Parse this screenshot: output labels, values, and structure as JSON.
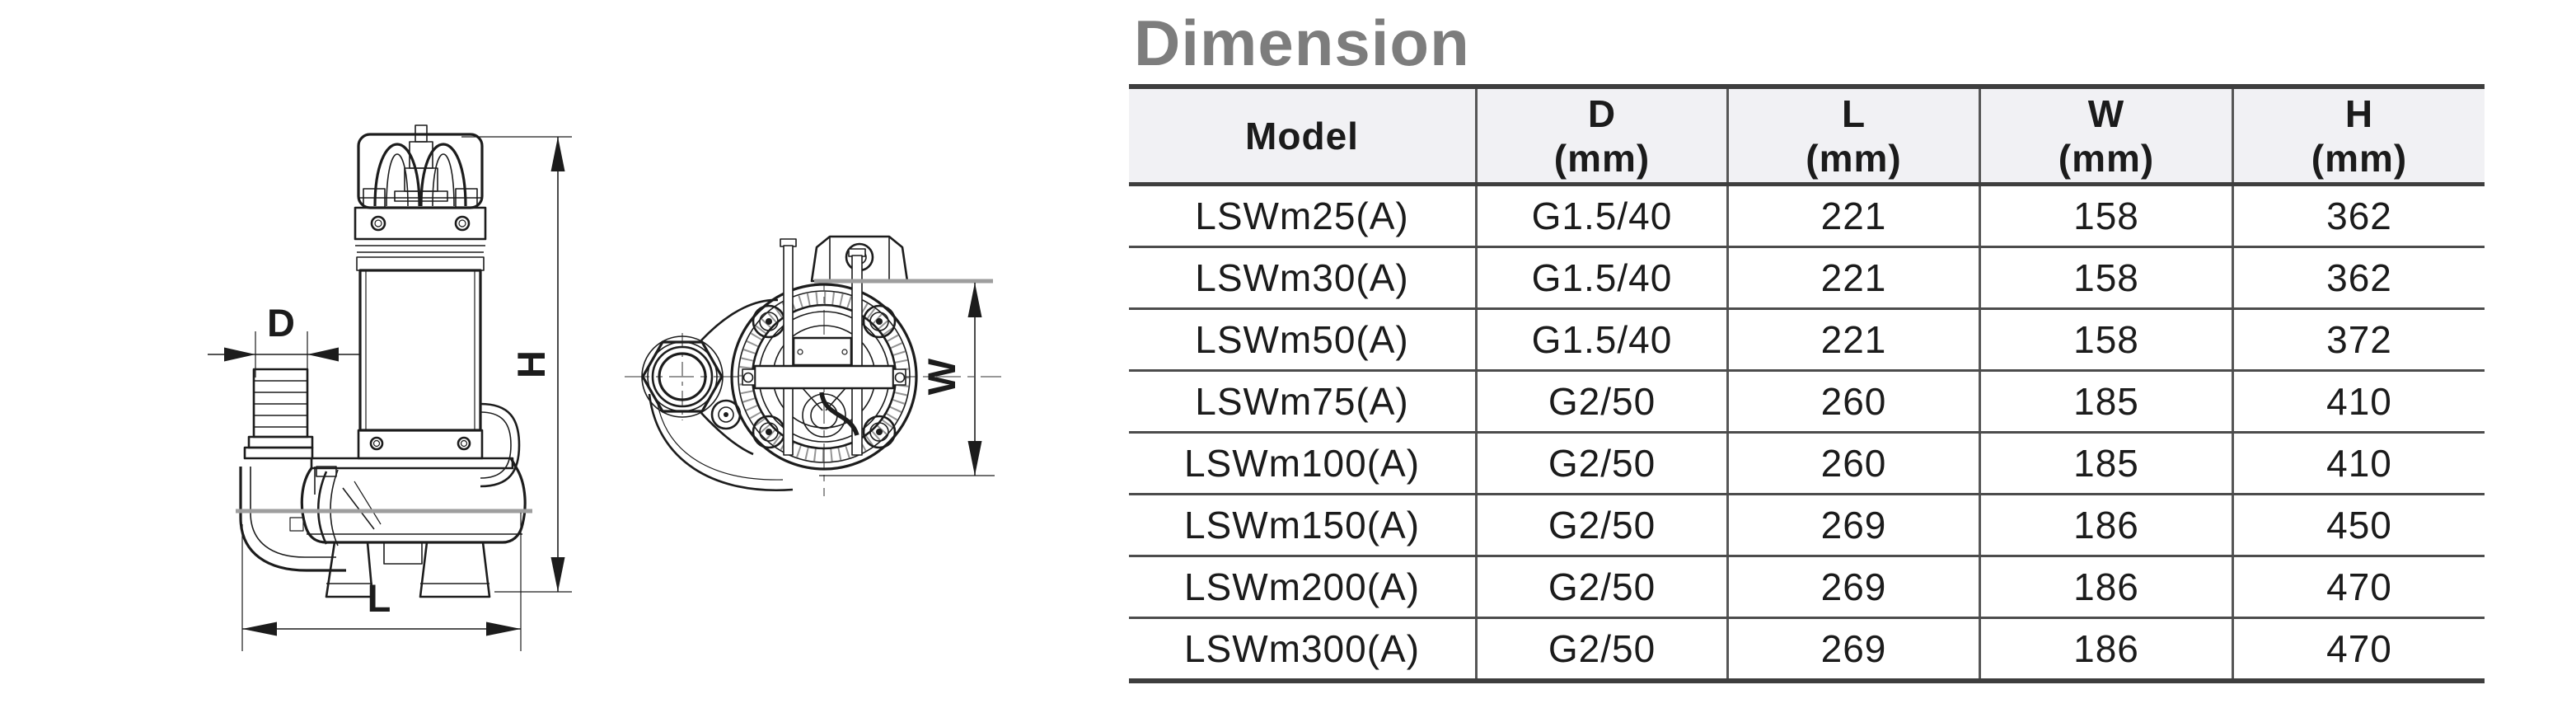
{
  "title": {
    "text": "Dimension",
    "color": "#7d7d7d"
  },
  "drawing": {
    "description": "Submersible sewage pump outline drawing: side view with D, H, L dimensions and top view with W dimension",
    "labels": {
      "diameter": "D",
      "height": "H",
      "length": "L",
      "width": "W"
    }
  },
  "table": {
    "columns": [
      {
        "key": "model",
        "label": "Model",
        "unit": ""
      },
      {
        "key": "d",
        "label": "D",
        "unit": "(mm)"
      },
      {
        "key": "l",
        "label": "L",
        "unit": "(mm)"
      },
      {
        "key": "w",
        "label": "W",
        "unit": "(mm)"
      },
      {
        "key": "h",
        "label": "H",
        "unit": "(mm)"
      }
    ],
    "rows": [
      {
        "model": "LSWm25(A)",
        "d": "G1.5/40",
        "l": "221",
        "w": "158",
        "h": "362"
      },
      {
        "model": "LSWm30(A)",
        "d": "G1.5/40",
        "l": "221",
        "w": "158",
        "h": "362"
      },
      {
        "model": "LSWm50(A)",
        "d": "G1.5/40",
        "l": "221",
        "w": "158",
        "h": "372"
      },
      {
        "model": "LSWm75(A)",
        "d": "G2/50",
        "l": "260",
        "w": "185",
        "h": "410"
      },
      {
        "model": "LSWm100(A)",
        "d": "G2/50",
        "l": "260",
        "w": "185",
        "h": "410"
      },
      {
        "model": "LSWm150(A)",
        "d": "G2/50",
        "l": "269",
        "w": "186",
        "h": "450"
      },
      {
        "model": "LSWm200(A)",
        "d": "G2/50",
        "l": "269",
        "w": "186",
        "h": "470"
      },
      {
        "model": "LSWm300(A)",
        "d": "G2/50",
        "l": "269",
        "w": "186",
        "h": "470"
      }
    ],
    "colors": {
      "header_bg": "#f1f1f4",
      "border_heavy": "#3e3e3e",
      "border_row": "#4c4c4c",
      "border_col": "#565656",
      "text": "#1b1b1b"
    }
  }
}
